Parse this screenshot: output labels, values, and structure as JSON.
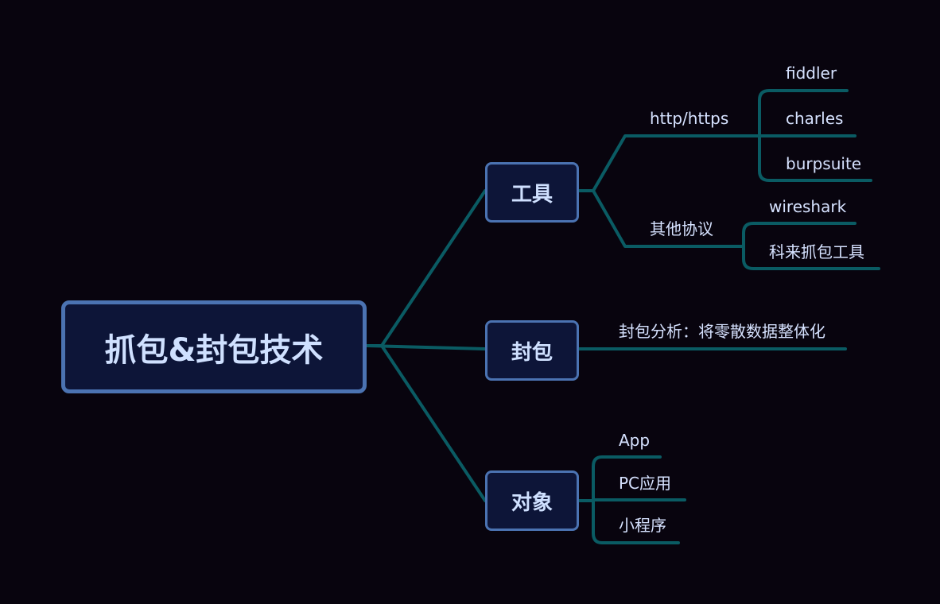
{
  "colors": {
    "background": "#08040e",
    "node_fill": "#0d1538",
    "node_border": "#4b73b2",
    "connector": "#0a5b63",
    "text": "#cfe0ff"
  },
  "root": {
    "label": "抓包&封包技术"
  },
  "branches": {
    "tools": {
      "label": "工具",
      "http": {
        "label": "http/https",
        "items": [
          "fiddler",
          "charles",
          "burpsuite"
        ]
      },
      "other": {
        "label": "其他协议",
        "items": [
          "wireshark",
          "科来抓包工具"
        ]
      }
    },
    "encap": {
      "label": "封包",
      "items": [
        "封包分析：将零散数据整体化"
      ]
    },
    "target": {
      "label": "对象",
      "items": [
        "App",
        "PC应用",
        "小程序"
      ]
    }
  }
}
